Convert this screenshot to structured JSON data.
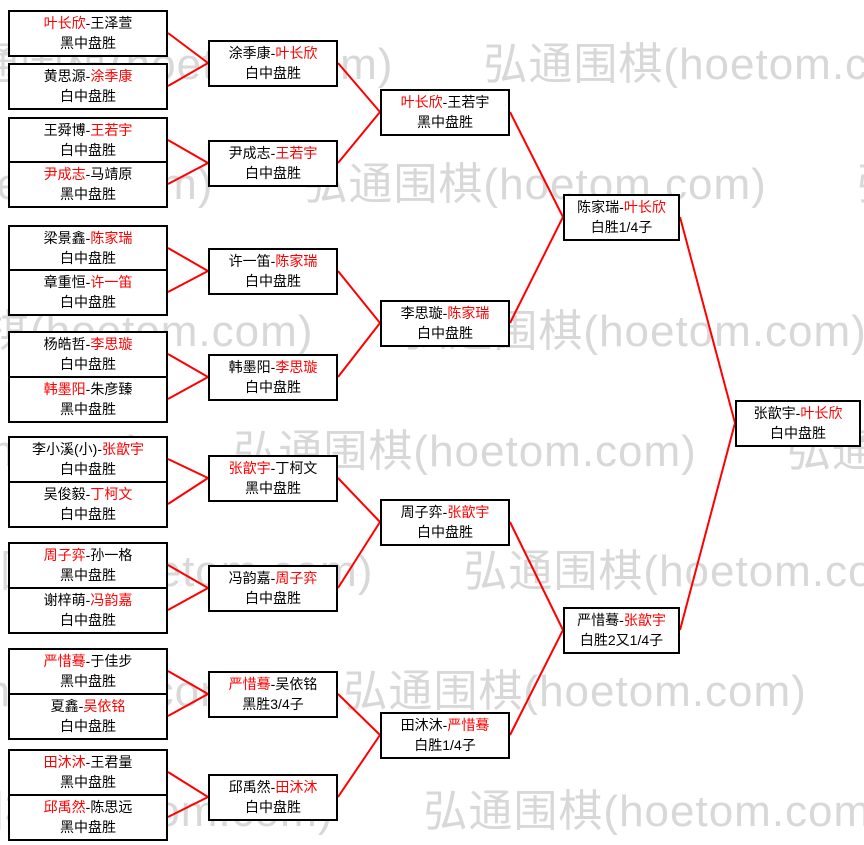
{
  "page": {
    "background": "#ffffff"
  },
  "watermark": {
    "text": "弘通围棋(hoetom.com)",
    "color": "#d8d8d8"
  },
  "bracket": {
    "line_color": "#ff0000",
    "winner_color": "#ff0000",
    "box_border_color": "#000000",
    "box_background": "#ffffff",
    "text_color": "#000000",
    "rounds": [
      {
        "name": "round1",
        "matches": [
          {
            "p1": "叶长欣",
            "p2": "王泽萱",
            "winner": 1,
            "result": "黑中盘胜"
          },
          {
            "p1": "黄思源",
            "p2": "涂季康",
            "winner": 2,
            "result": "白中盘胜"
          },
          {
            "p1": "王舜博",
            "p2": "王若宇",
            "winner": 2,
            "result": "白中盘胜"
          },
          {
            "p1": "尹成志",
            "p2": "马靖原",
            "winner": 1,
            "result": "黑中盘胜"
          },
          {
            "p1": "梁景鑫",
            "p2": "陈家瑞",
            "winner": 2,
            "result": "白中盘胜"
          },
          {
            "p1": "章重恒",
            "p2": "许一笛",
            "winner": 2,
            "result": "白中盘胜"
          },
          {
            "p1": "杨皓哲",
            "p2": "李思璇",
            "winner": 2,
            "result": "白中盘胜"
          },
          {
            "p1": "韩墨阳",
            "p2": "朱彦臻",
            "winner": 1,
            "result": "黑中盘胜"
          },
          {
            "p1": "李小溪(小)",
            "p2": "张歆宇",
            "winner": 2,
            "result": "白中盘胜"
          },
          {
            "p1": "吴俊毅",
            "p2": "丁柯文",
            "winner": 2,
            "result": "白中盘胜"
          },
          {
            "p1": "周子弈",
            "p2": "孙一格",
            "winner": 1,
            "result": "黑中盘胜"
          },
          {
            "p1": "谢梓萌",
            "p2": "冯韵嘉",
            "winner": 2,
            "result": "白中盘胜"
          },
          {
            "p1": "严惜蓦",
            "p2": "于佳步",
            "winner": 1,
            "result": "黑中盘胜"
          },
          {
            "p1": "夏鑫",
            "p2": "吴依铭",
            "winner": 2,
            "result": "白中盘胜"
          },
          {
            "p1": "田沐沐",
            "p2": "王君量",
            "winner": 1,
            "result": "黑中盘胜"
          },
          {
            "p1": "邱禹然",
            "p2": "陈思远",
            "winner": 1,
            "result": "黑中盘胜"
          }
        ]
      },
      {
        "name": "round2",
        "matches": [
          {
            "p1": "涂季康",
            "p2": "叶长欣",
            "winner": 2,
            "result": "白中盘胜"
          },
          {
            "p1": "尹成志",
            "p2": "王若宇",
            "winner": 2,
            "result": "白中盘胜"
          },
          {
            "p1": "许一笛",
            "p2": "陈家瑞",
            "winner": 2,
            "result": "白中盘胜"
          },
          {
            "p1": "韩墨阳",
            "p2": "李思璇",
            "winner": 2,
            "result": "白中盘胜"
          },
          {
            "p1": "张歆宇",
            "p2": "丁柯文",
            "winner": 1,
            "result": "黑中盘胜"
          },
          {
            "p1": "冯韵嘉",
            "p2": "周子弈",
            "winner": 2,
            "result": "白中盘胜"
          },
          {
            "p1": "严惜蓦",
            "p2": "吴依铭",
            "winner": 1,
            "result": "黑胜3/4子"
          },
          {
            "p1": "邱禹然",
            "p2": "田沐沐",
            "winner": 2,
            "result": "白中盘胜"
          }
        ]
      },
      {
        "name": "quarterfinal",
        "matches": [
          {
            "p1": "叶长欣",
            "p2": "王若宇",
            "winner": 1,
            "result": "黑中盘胜"
          },
          {
            "p1": "李思璇",
            "p2": "陈家瑞",
            "winner": 2,
            "result": "白中盘胜"
          },
          {
            "p1": "周子弈",
            "p2": "张歆宇",
            "winner": 2,
            "result": "白中盘胜"
          },
          {
            "p1": "田沐沐",
            "p2": "严惜蓦",
            "winner": 2,
            "result": "白胜1/4子"
          }
        ]
      },
      {
        "name": "semifinal",
        "matches": [
          {
            "p1": "陈家瑞",
            "p2": "叶长欣",
            "winner": 2,
            "result": "白胜1/4子"
          },
          {
            "p1": "严惜蓦",
            "p2": "张歆宇",
            "winner": 2,
            "result": "白胜2又1/4子"
          }
        ]
      },
      {
        "name": "final",
        "matches": [
          {
            "p1": "张歆宇",
            "p2": "叶长欣",
            "winner": 2,
            "result": "白中盘胜"
          }
        ]
      }
    ]
  }
}
